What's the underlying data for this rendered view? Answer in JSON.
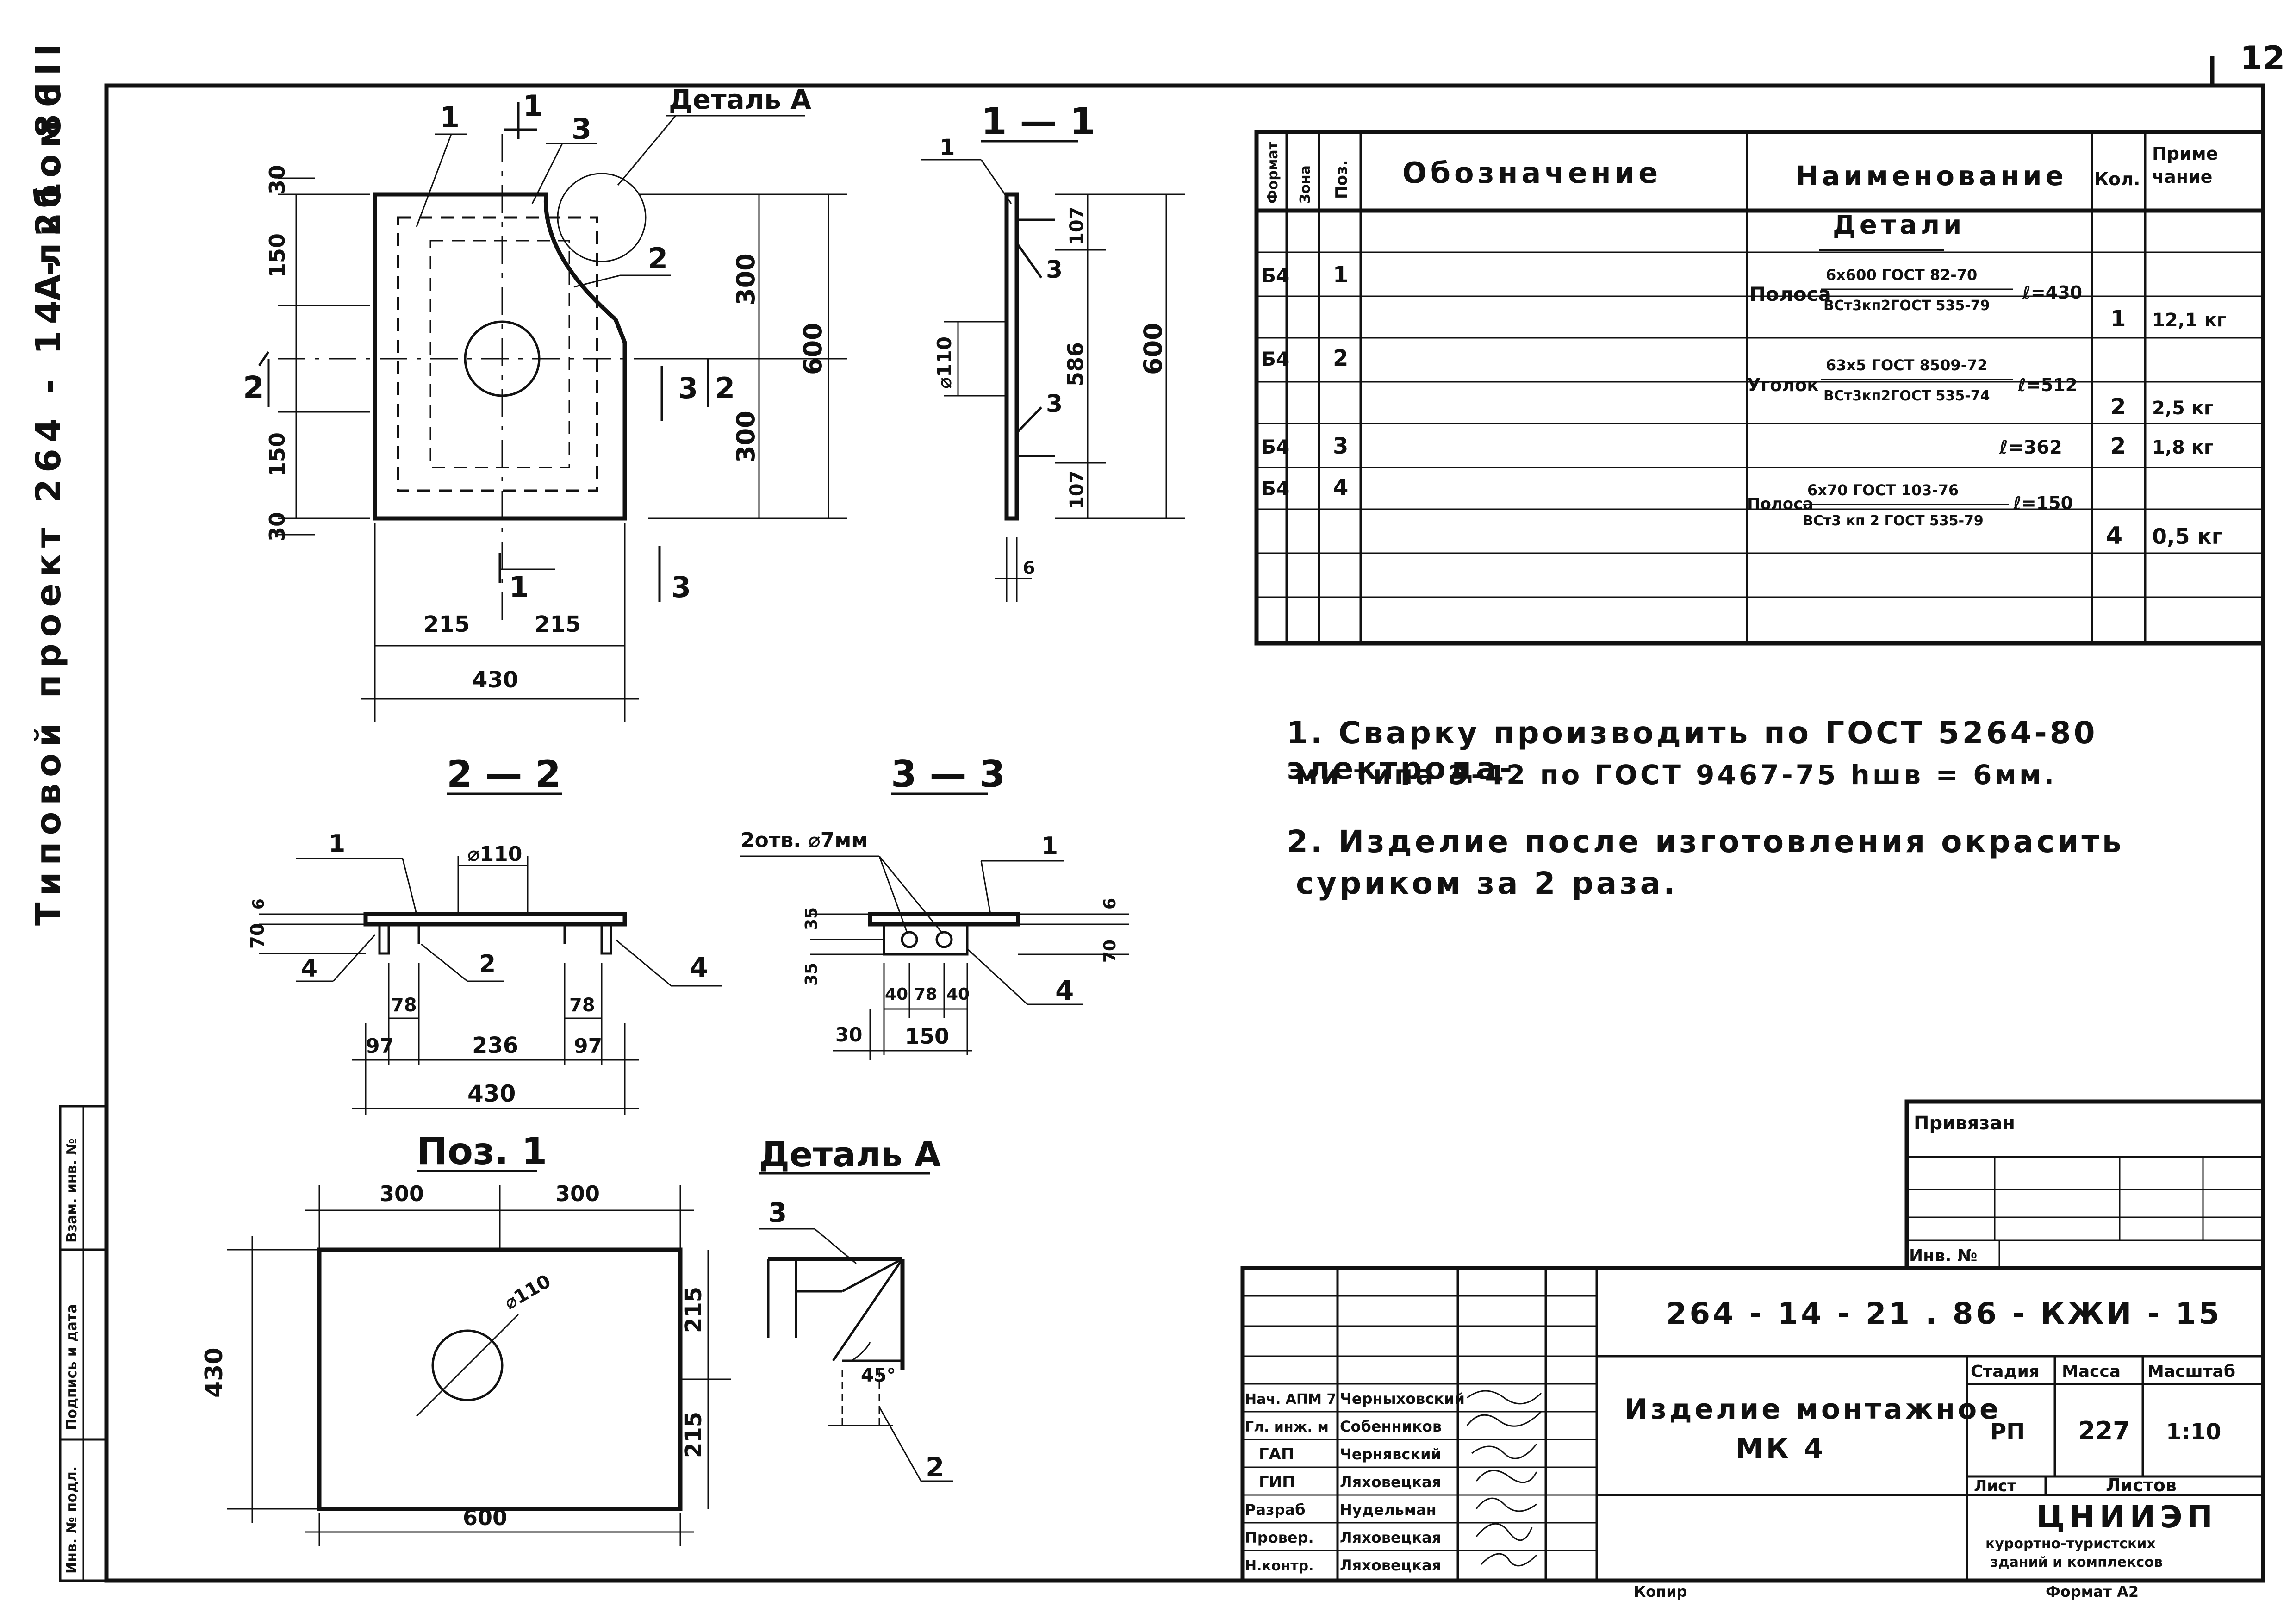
{
  "sheet_number": "12",
  "side_title": "Типовой проект 264 - 14 - 21. 86",
  "album": "Альбом III",
  "side_stamp": [
    "Инв. № подл.",
    "Подпись и дата",
    "Взам. инв. №"
  ],
  "views": {
    "front": {
      "labels": [
        "1",
        "1",
        "3",
        "Деталь А",
        "2",
        "2",
        "3",
        "2",
        "1",
        "3"
      ],
      "dims": [
        "30",
        "150",
        "150",
        "30",
        "300",
        "300",
        "600",
        "215",
        "215",
        "430"
      ]
    },
    "sec11": {
      "title": "1 — 1",
      "labels": [
        "1",
        "3",
        "3"
      ],
      "dims": [
        "107",
        "586",
        "107",
        "600",
        "⌀110",
        "6"
      ]
    },
    "sec22": {
      "title": "2 — 2",
      "labels": [
        "1",
        "4",
        "2",
        "4"
      ],
      "dims": [
        "⌀110",
        "6",
        "70",
        "78",
        "78",
        "97",
        "236",
        "97",
        "430"
      ]
    },
    "sec33": {
      "title": "3 — 3",
      "labels": [
        "1",
        "4"
      ],
      "dims": [
        "2отв. ⌀7мм",
        "35",
        "35",
        "6",
        "70",
        "40",
        "78",
        "40",
        "30",
        "150"
      ]
    },
    "pos1": {
      "title": "Поз. 1",
      "dims": [
        "300",
        "300",
        "430",
        "215",
        "215",
        "600",
        "⌀110"
      ]
    },
    "detailA": {
      "title": "Деталь А",
      "labels": [
        "3",
        "2"
      ],
      "angle": "45°"
    }
  },
  "spec": {
    "headers": [
      "Формат",
      "Зона",
      "Поз.",
      "Обозначение",
      "Наименование",
      "Кол.",
      "Приме чание"
    ],
    "section": "Детали",
    "rows": [
      {
        "format": "Б4",
        "pos": "1",
        "name": "Полоса",
        "num": "6х600 ГОСТ 82-70",
        "den": "ВСт3кп2ГОСТ 535-79",
        "len": "ℓ=430",
        "qty": "1",
        "note": "12,1 кг"
      },
      {
        "format": "Б4",
        "pos": "2",
        "name": "Уголок",
        "num": "63х5 ГОСТ 8509-72",
        "den": "ВСт3кп2ГОСТ 535-74",
        "len": "ℓ=512",
        "qty": "2",
        "note": "2,5 кг"
      },
      {
        "format": "Б4",
        "pos": "3",
        "name": "",
        "num": "",
        "den": "",
        "len": "ℓ=362",
        "qty": "2",
        "note": "1,8 кг"
      },
      {
        "format": "Б4",
        "pos": "4",
        "name": "Полоса",
        "num": "6х70 ГОСТ 103-76",
        "den": "ВСт3 кп 2 ГОСТ 535-79",
        "len": "ℓ=150",
        "qty": "4",
        "note": "0,5 кг"
      }
    ]
  },
  "notes": [
    "1. Сварку производить по ГОСТ 5264-80 электрода-",
    "ми типа Э-42 по ГОСТ 9467-75 hшв = 6мм.",
    "2. Изделие после изготовления окрасить",
    "суриком за 2 раза."
  ],
  "binding": {
    "label": "Привязан",
    "inv": "Инв. №"
  },
  "title_block": {
    "code": "264 - 14 - 21 . 86 - КЖИ - 15",
    "title_line1": "Изделие монтажное",
    "title_line2": "МК 4",
    "stage_label": "Стадия",
    "stage": "РП",
    "mass_label": "Масса",
    "mass": "227",
    "scale_label": "Масштаб",
    "scale": "1:10",
    "sheet_label": "Лист",
    "sheets_label": "Листов",
    "org1": "ЦНИИЭП",
    "org2": "курортно-туристских",
    "org3": "зданий и комплексов",
    "people": [
      {
        "role": "Нач. АПМ 7",
        "name": "Черныховский"
      },
      {
        "role": "Гл. инж. м",
        "name": "Собенников"
      },
      {
        "role": "ГАП",
        "name": "Чернявский"
      },
      {
        "role": "ГИП",
        "name": "Ляховецкая"
      },
      {
        "role": "Разраб",
        "name": "Нудельман"
      },
      {
        "role": "Провер.",
        "name": "Ляховецкая"
      },
      {
        "role": "Н.контр.",
        "name": "Ляховецкая"
      }
    ]
  },
  "bottom": {
    "copy": "Копир",
    "format": "Формат А2"
  }
}
